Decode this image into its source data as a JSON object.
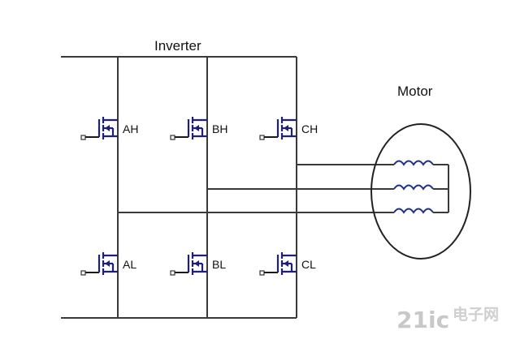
{
  "title": "Inverter",
  "motor_label": "Motor",
  "switches": {
    "AH": "AH",
    "BH": "BH",
    "CH": "CH",
    "AL": "AL",
    "BL": "BL",
    "CL": "CL"
  },
  "watermark": {
    "logo_text": "21ic",
    "site_text": "电子网"
  },
  "colors": {
    "wire": "#3a3a3a",
    "mosfet": "#1f1f7a",
    "coil": "#1f2f8a"
  },
  "icons": {
    "switch_symbol": "n-channel-mosfet-icon",
    "winding_symbol": "inductor-coil-icon"
  }
}
